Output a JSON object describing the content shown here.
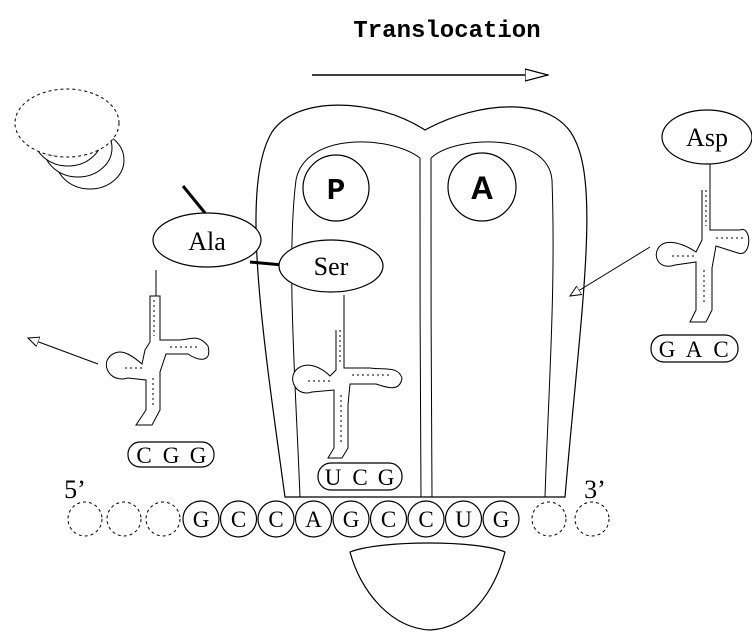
{
  "title": "Translocation",
  "sites": {
    "p": "P",
    "a": "A"
  },
  "amino_acids": {
    "ala": "Ala",
    "ser": "Ser",
    "asp": "Asp"
  },
  "anticodons": {
    "left": [
      "C",
      "G",
      "G"
    ],
    "middle": [
      "U",
      "C",
      "G"
    ],
    "right": [
      "G",
      "A",
      "C"
    ]
  },
  "mrna": {
    "five_prime": "5’",
    "three_prime": "3’",
    "bases": [
      "G",
      "C",
      "C",
      "A",
      "G",
      "C",
      "C",
      "U",
      "G"
    ]
  }
}
